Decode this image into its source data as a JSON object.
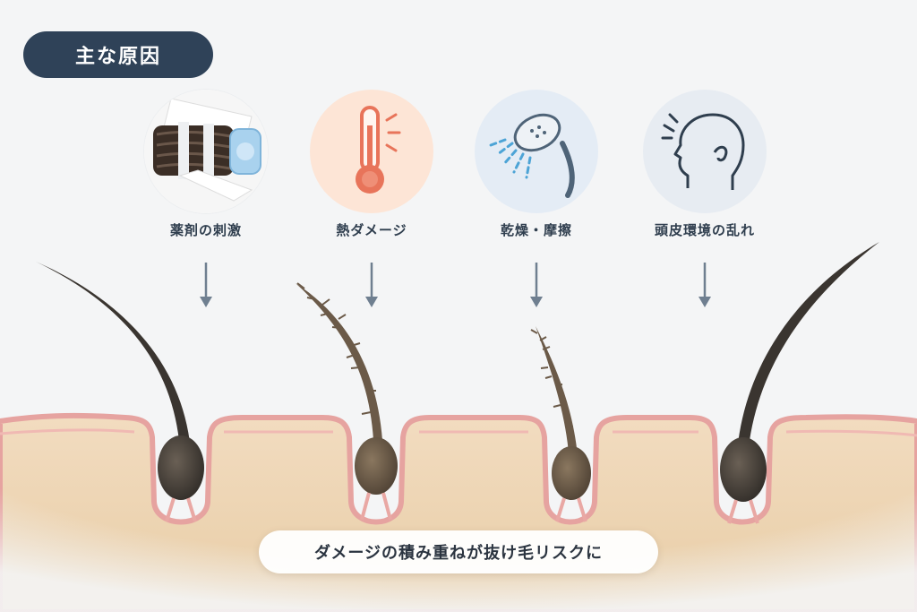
{
  "header": {
    "title": "主な原因"
  },
  "causes": [
    {
      "label": "薬剤の刺激",
      "icon": "perm-rod-icon"
    },
    {
      "label": "熱ダメージ",
      "icon": "thermometer-icon"
    },
    {
      "label": "乾燥・摩擦",
      "icon": "shower-head-icon"
    },
    {
      "label": "頭皮環境の乱れ",
      "icon": "head-profile-icon"
    }
  ],
  "footer": {
    "caption": "ダメージの積み重ねが抜け毛リスクに"
  },
  "colors": {
    "badge": "#2f4258",
    "arrow": "#6f7f90",
    "skin": "#efd7b3",
    "skin_edge": "#e9a8a4",
    "hair_healthy": "#3a3530",
    "hair_damaged": "#6b5a48"
  }
}
